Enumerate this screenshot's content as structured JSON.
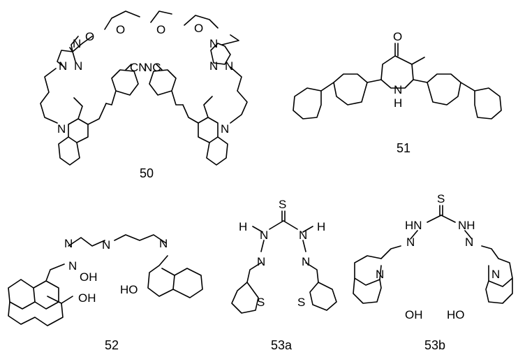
{
  "compounds": {
    "c50": {
      "label": "50",
      "atoms": {
        "o1": "O",
        "o2": "O",
        "o3": "O",
        "o4": "O",
        "cn_left": "CN",
        "nc_right": "NC",
        "n": "N"
      }
    },
    "c51": {
      "label": "51",
      "atoms": {
        "o": "O",
        "n": "N",
        "h": "H"
      }
    },
    "c52": {
      "label": "52",
      "atoms": {
        "n": "N",
        "oh": "OH",
        "ho": "HO"
      }
    },
    "c53a": {
      "label": "53a",
      "atoms": {
        "s": "S",
        "n": "N",
        "h": "H"
      }
    },
    "c53b": {
      "label": "53b",
      "atoms": {
        "s": "S",
        "hn": "HN",
        "nh": "NH",
        "n": "N",
        "oh": "OH",
        "ho": "HO"
      }
    }
  }
}
